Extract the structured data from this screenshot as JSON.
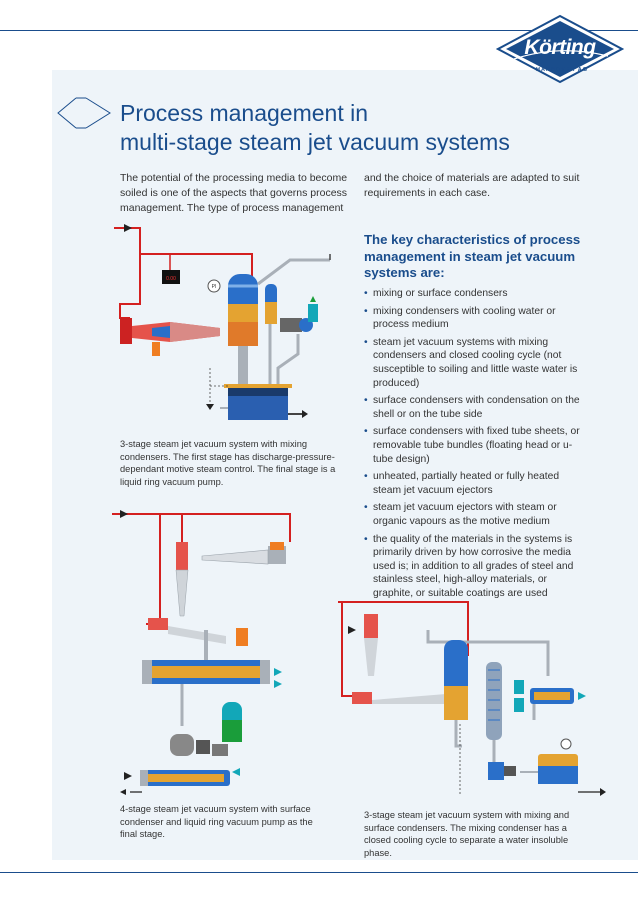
{
  "brand": {
    "name": "Körting",
    "subtitle": "HANNOVER AG"
  },
  "title": {
    "line1": "Process management in",
    "line2": "multi-stage steam jet vacuum systems"
  },
  "intro": {
    "left": "The potential of the processing media to become soiled is one of the aspects that governs process management. The type of process management",
    "right": "and the choice of materials are adapted to suit requirements in each case."
  },
  "characteristics": {
    "heading_line1": "The key characteristics of process",
    "heading_line2": "management in steam jet vacuum",
    "heading_line3": "systems are:",
    "items": [
      "mixing or surface condensers",
      "mixing condensers with cooling water or process medium",
      "steam jet vacuum systems with mixing condensers and closed cooling cycle (not susceptible to soiling and little waste water is produced)",
      "surface condensers with condensation on the shell or on the tube side",
      "surface condensers with fixed tube sheets, or removable tube bundles (floating head or u-tube design)",
      "unheated, partially heated or fully heated steam jet vacuum ejectors",
      "steam jet vacuum ejectors with steam or organic vapours as the motive medium",
      "the quality of the materials in the systems is primarily driven by how corrosive the media used is; in addition to all grades of steel and stainless steel, high-alloy materials, or graphite, or suitable coatings are used"
    ]
  },
  "figures": {
    "fig1": {
      "caption": "3-stage steam jet vacuum system with mixing condensers. The first stage has discharge-pressure-dependant motive steam control. The final stage is a liquid ring vacuum pump.",
      "gauge_label": "PI",
      "display_value": "0.00"
    },
    "fig2": {
      "caption": "4-stage steam jet vacuum system with surface condenser and liquid ring vacuum pump as the final stage."
    },
    "fig3": {
      "caption": "3-stage steam jet vacuum system with mixing and surface condensers. The mixing condenser has a closed cooling cycle to separate a water insoluble phase."
    }
  },
  "colors": {
    "brand_blue": "#1a4d8c",
    "steam_red": "#d42020",
    "process_grey": "#a9b0b8",
    "water_blue": "#2a6fc9",
    "cooling_teal": "#12a7b8",
    "heat_orange": "#ef7d22",
    "panel_bg": "#eef4f9"
  },
  "icons": [
    "chevron-arrow-icon",
    "korting-logo",
    "flow-arrow-icon"
  ]
}
